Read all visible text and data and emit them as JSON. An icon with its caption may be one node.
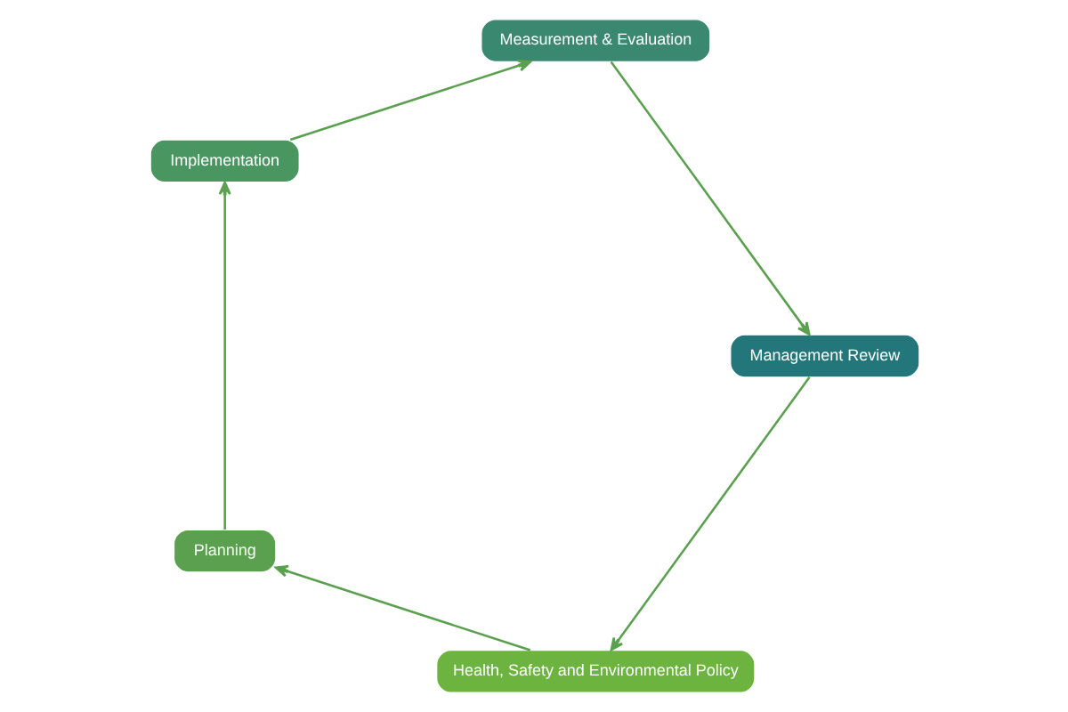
{
  "diagram": {
    "nodes": [
      {
        "text": [
          "Health, Safety and Environmental Policy"
        ]
      },
      {
        "text": [
          "Planning"
        ]
      },
      {
        "text": [
          "Implementation"
        ]
      },
      {
        "text": [
          "Measurement & Evaluation"
        ]
      },
      {
        "text": [
          "Management Review"
        ]
      }
    ],
    "edges": [
      {
        "from": 0,
        "to": 1,
        "arrow": "to"
      },
      {
        "from": 1,
        "to": 2,
        "arrow": "to"
      },
      {
        "from": 2,
        "to": 3,
        "arrow": "to"
      },
      {
        "from": 3,
        "to": 4,
        "arrow": "to"
      },
      {
        "from": 4,
        "to": 0,
        "arrow": "to"
      }
    ]
  }
}
